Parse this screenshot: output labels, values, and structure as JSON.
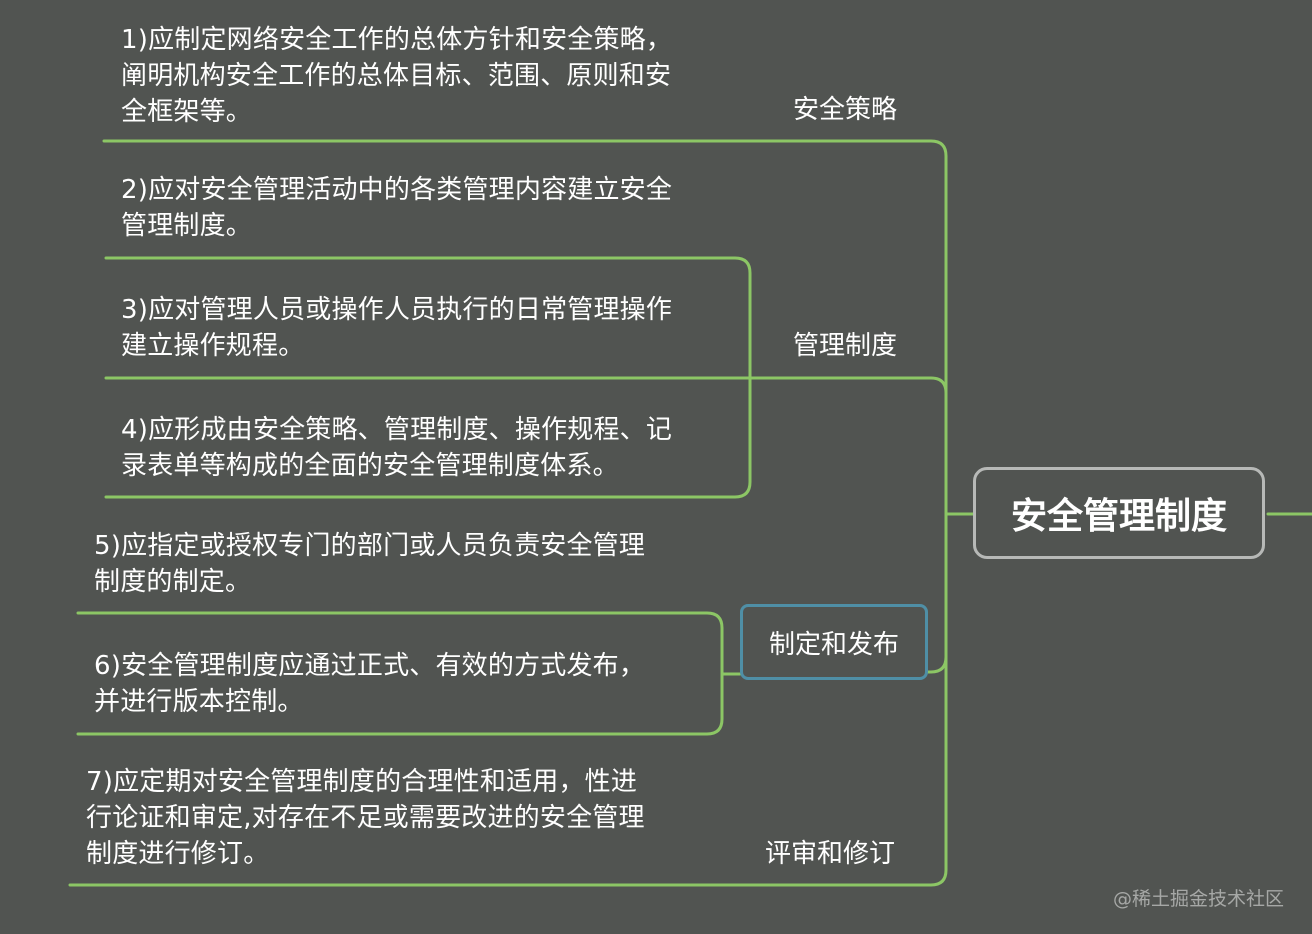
{
  "root": {
    "label": "安全管理制度"
  },
  "branches": [
    {
      "label": "安全策略",
      "items": [
        "1)应制定网络安全工作的总体方针和安全策略，\n阐明机构安全工作的总体目标、范围、原则和安\n全框架等。"
      ]
    },
    {
      "label": "管理制度",
      "items": [
        "2)应对安全管理活动中的各类管理内容建立安全\n管理制度。",
        "3)应对管理人员或操作人员执行的日常管理操作\n建立操作规程。",
        "4)应形成由安全策略、管理制度、操作规程、记\n录表单等构成的全面的安全管理制度体系。"
      ]
    },
    {
      "label": "制定和发布",
      "items": [
        "5)应指定或授权专门的部门或人员负责安全管理\n制度的制定。",
        "6)安全管理制度应通过正式、有效的方式发布，\n并进行版本控制。"
      ]
    },
    {
      "label": "评审和修订",
      "items": [
        "7)应定期对安全管理制度的合理性和适用，性进\n行论证和审定,对存在不足或需要改进的安全管理\n制度进行修订。"
      ]
    }
  ],
  "colors": {
    "background": "#515451",
    "connector": "#8cc665",
    "root_border": "#b7b9b7",
    "selected_border": "#4f8fa6"
  },
  "watermark": "@稀土掘金技术社区"
}
